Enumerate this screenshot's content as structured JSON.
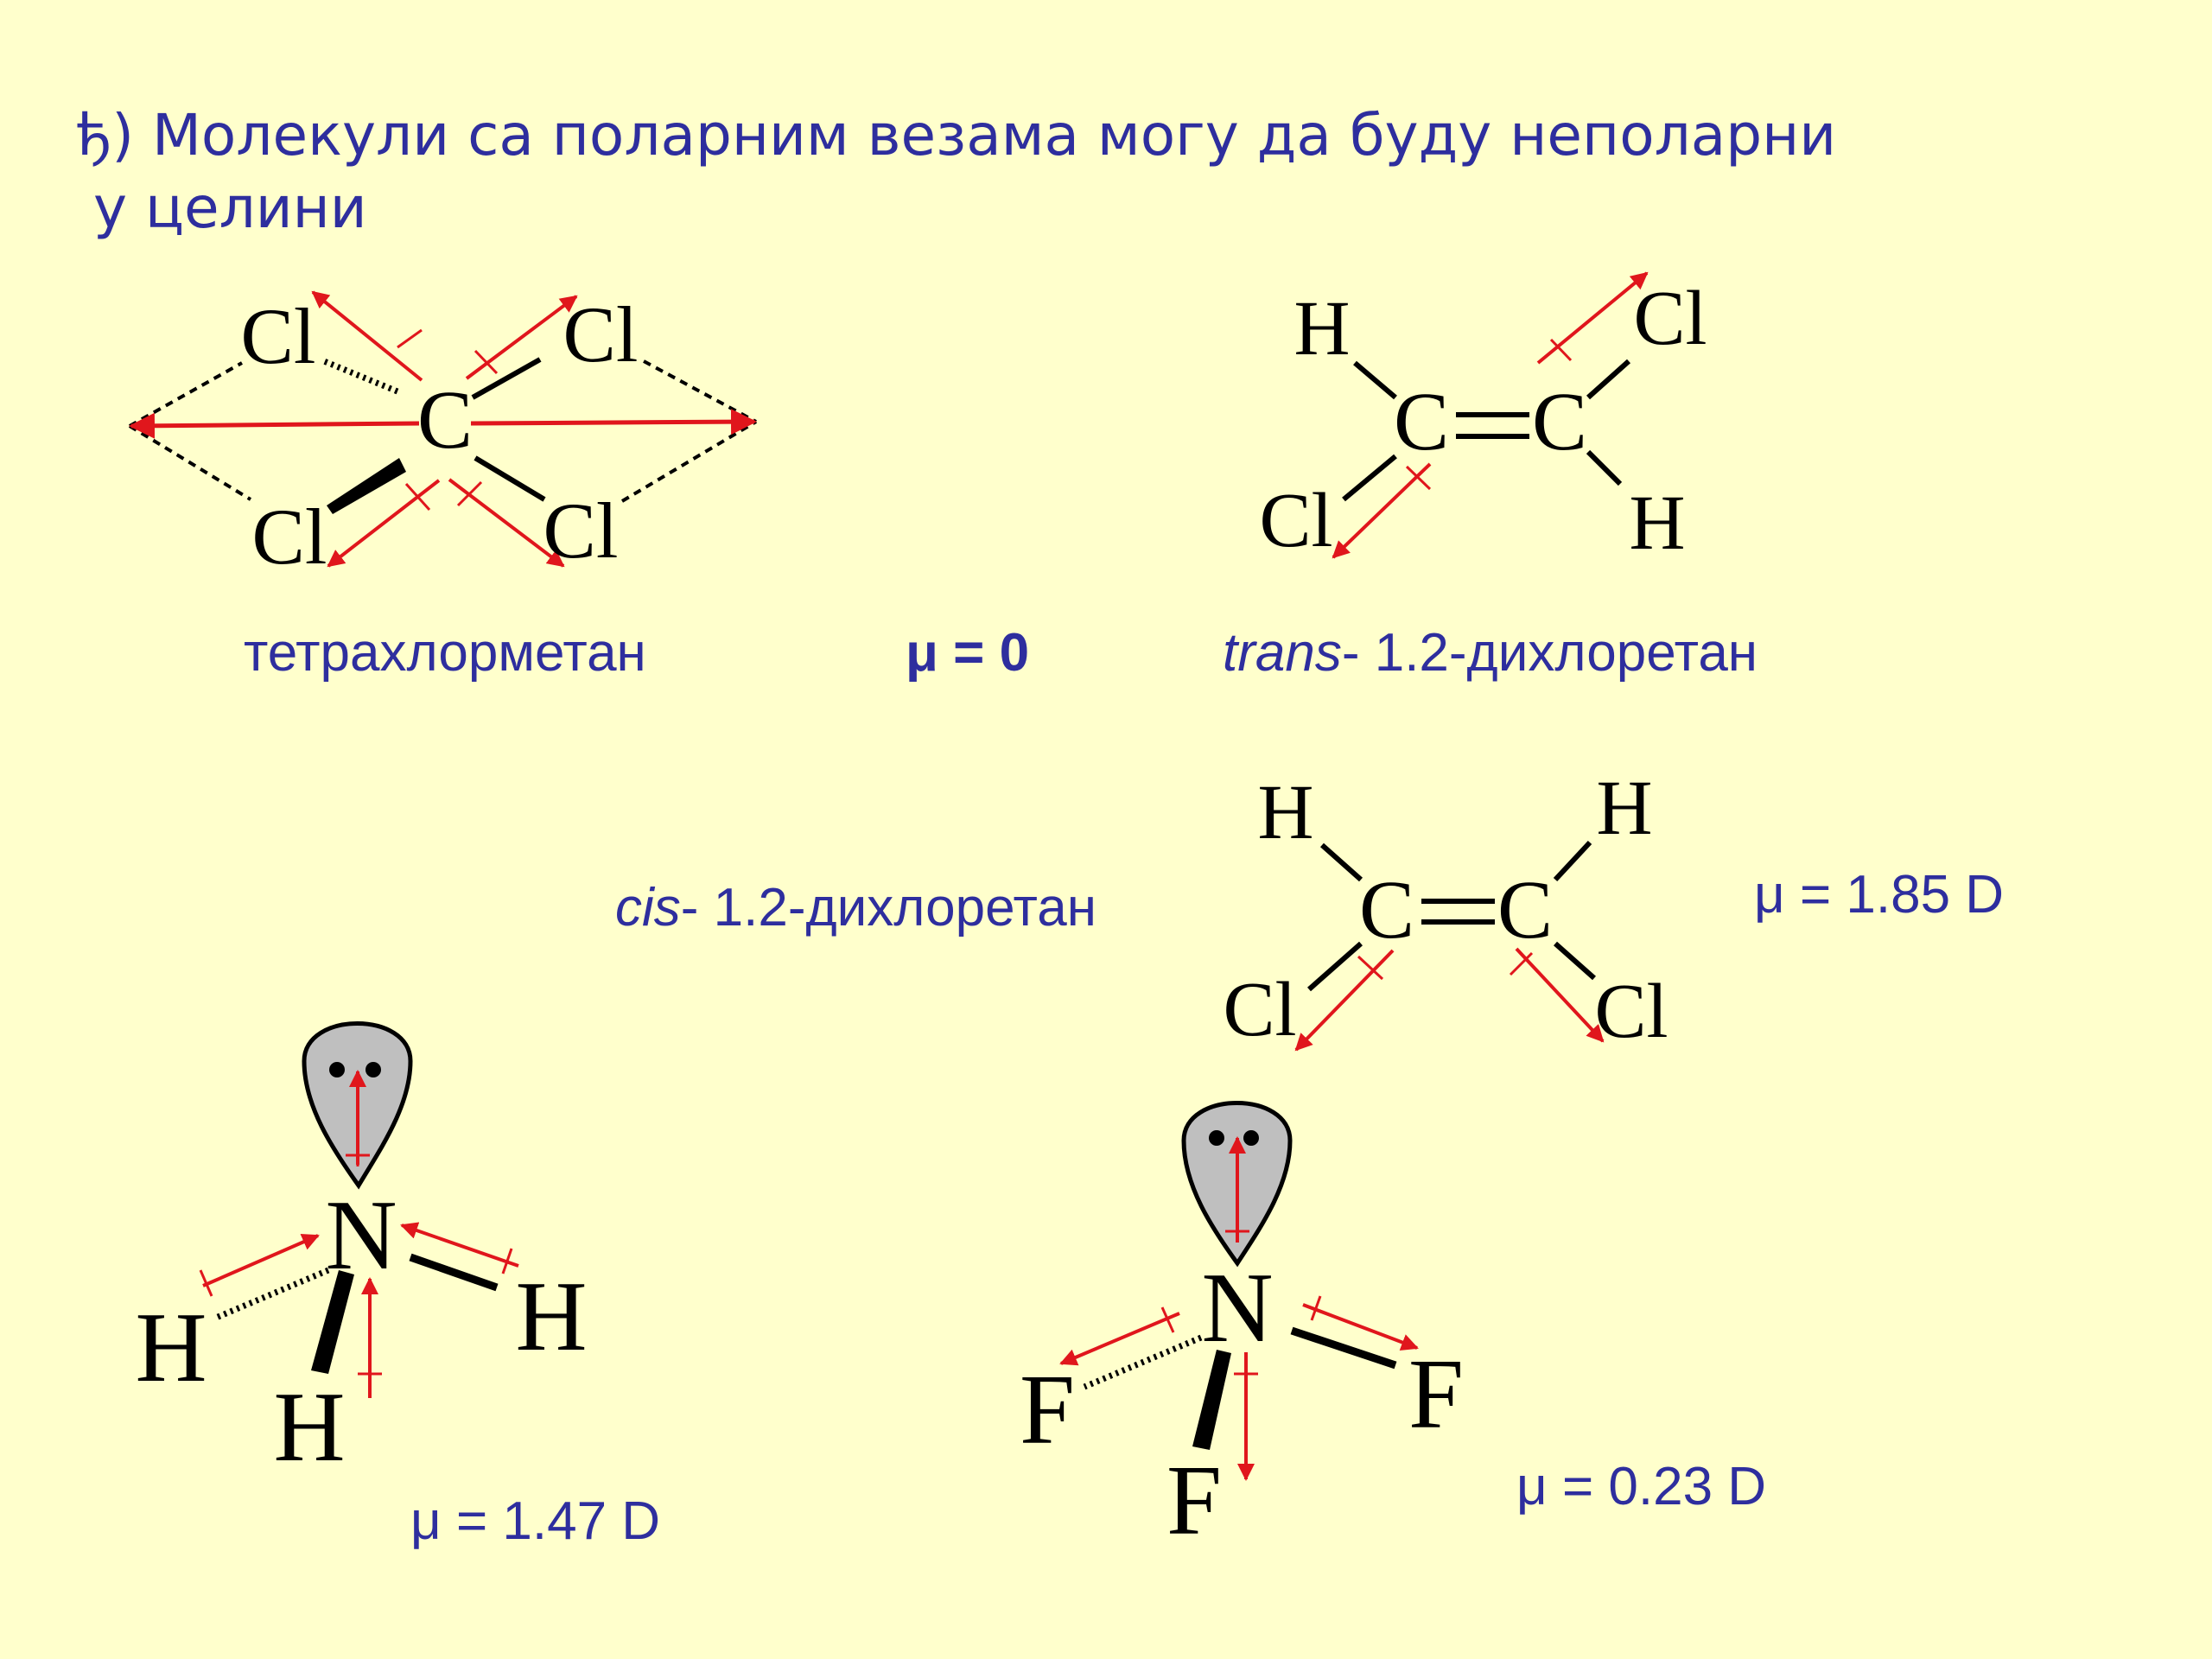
{
  "heading": {
    "line1": "ђ) Молекули са поларним везама могу да буду неполарни",
    "line2": "у целини"
  },
  "atoms": {
    "C": "C",
    "Cl": "Cl",
    "H": "H",
    "N": "N",
    "F": "F"
  },
  "captions": {
    "ccl4_name": "тетрахлорметан",
    "mu_zero": "μ = 0",
    "trans_prefix": "trans",
    "trans_rest": "- 1.2-дихлоретан",
    "cis_prefix": "cis",
    "cis_rest": "- 1.2-дихлоретан",
    "mu_cis": "μ = 1.85 D",
    "mu_nh3": "μ = 1.47 D",
    "mu_nf3": "μ = 0.23 D"
  },
  "colors": {
    "background": "#FFFFCC",
    "text": "#2E2E9E",
    "dipole": "#E0161C",
    "lone_pair": "#BFBFBF"
  }
}
